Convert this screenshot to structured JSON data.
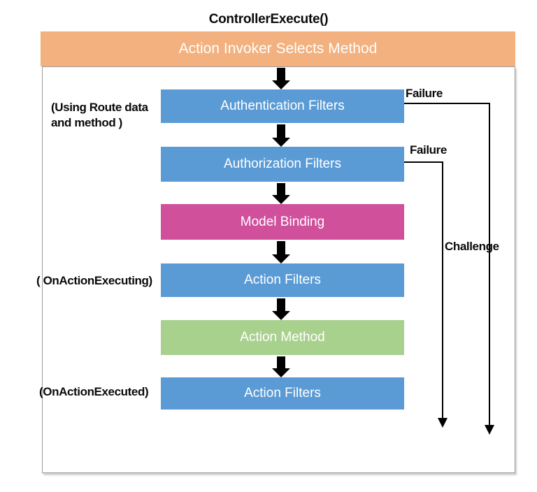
{
  "title": "ControllerExecute()",
  "banner": {
    "label": "Action Invoker Selects Method",
    "color": "#f2b17e"
  },
  "colors": {
    "orange": "#f2b17e",
    "blue": "#5b9bd5",
    "pink": "#d0509c",
    "green": "#a9d18e",
    "line": "#000000",
    "frame_border": "#9c9c9c"
  },
  "flow": {
    "boxes": [
      {
        "label": "Authentication Filters",
        "color": "#5b9bd5"
      },
      {
        "label": "Authorization Filters",
        "color": "#5b9bd5"
      },
      {
        "label": "Model Binding",
        "color": "#d0509c"
      },
      {
        "label": "Action Filters",
        "color": "#5b9bd5"
      },
      {
        "label": "Action Method",
        "color": "#a9d18e"
      },
      {
        "label": "Action Filters",
        "color": "#5b9bd5"
      }
    ]
  },
  "annotations": {
    "route_line1": "(Using Route data",
    "route_line2": "and method )",
    "on_action_executing": "( OnActionExecuting)",
    "on_action_executed": "(OnActionExecuted)",
    "failure_top": "Failure",
    "failure_bottom": "Failure",
    "challenge": "Challenge"
  }
}
